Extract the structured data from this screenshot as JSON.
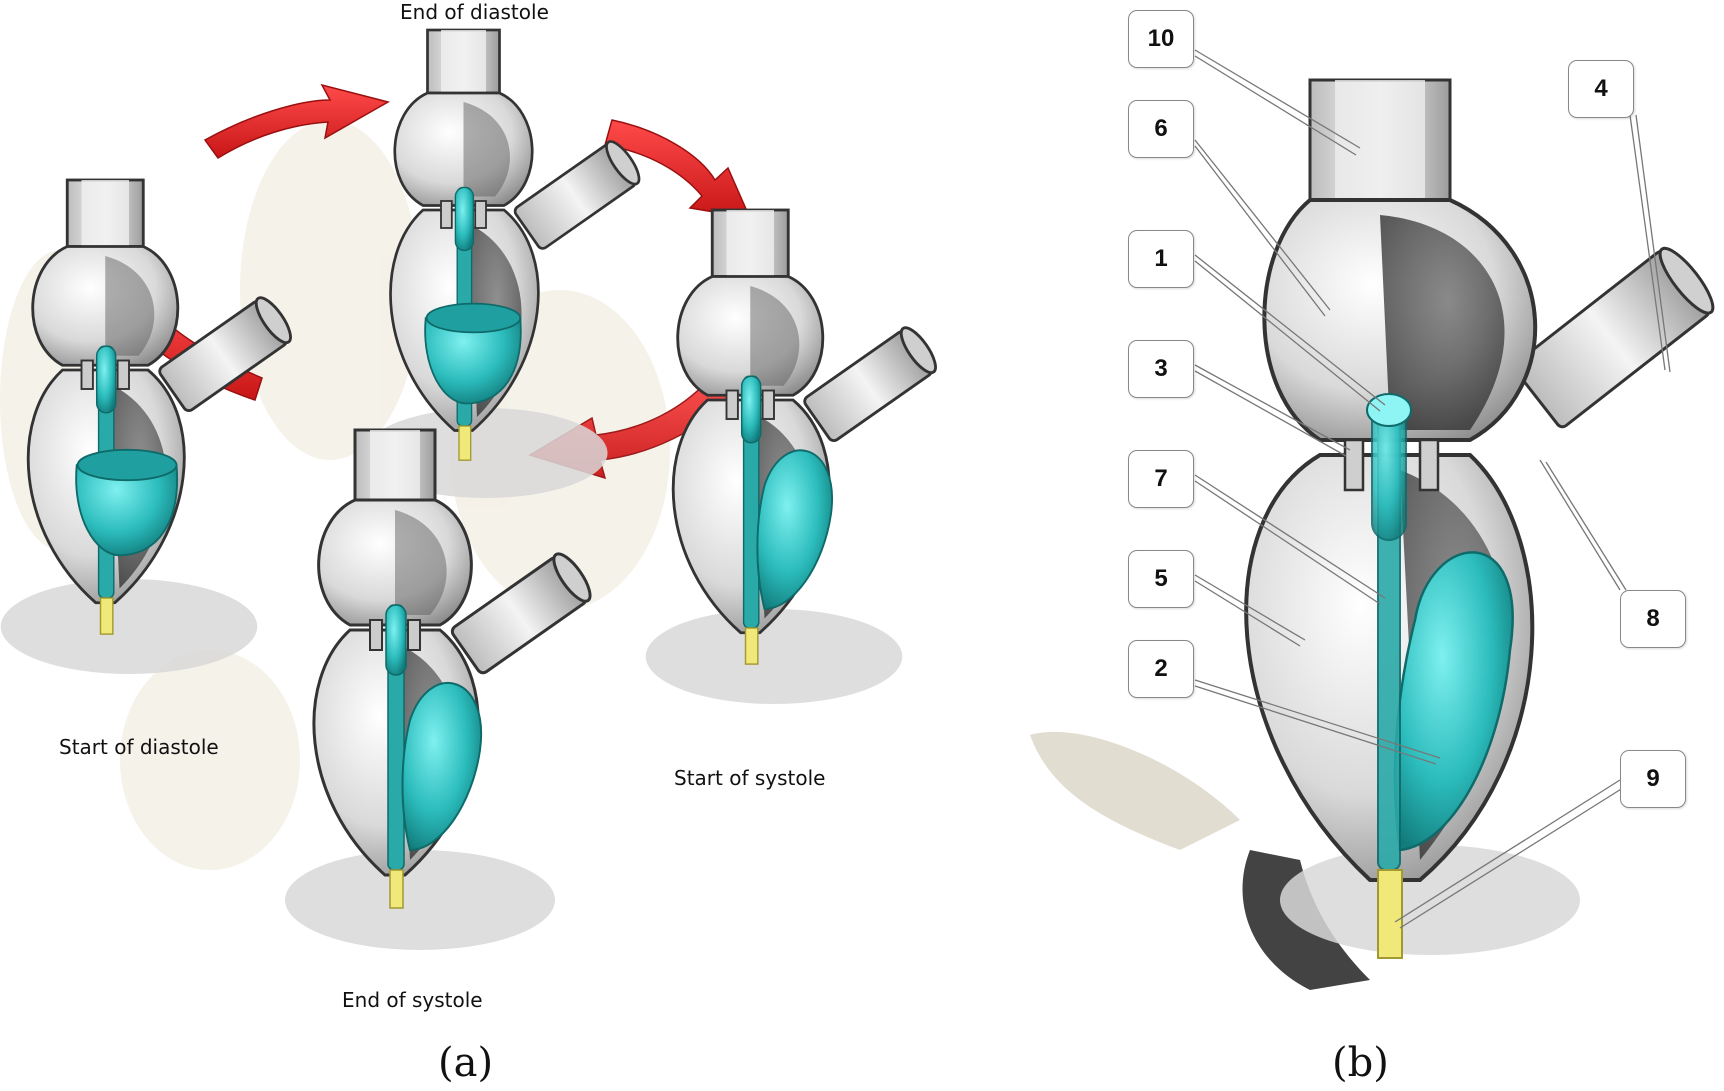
{
  "panel_a": {
    "phase_labels": {
      "end_of_diastole": "End of diastole",
      "start_of_diastole": "Start of diastole",
      "start_of_systole": "Start of systole",
      "end_of_systole": "End of systole"
    },
    "label": "(a)"
  },
  "panel_b": {
    "callouts": [
      "10",
      "6",
      "1",
      "3",
      "7",
      "5",
      "2",
      "4",
      "8",
      "9"
    ],
    "label": "(b)"
  },
  "colors": {
    "arrow": "#ee2a2a",
    "membrane": "#35c4c4",
    "stem": "#e8e070",
    "shell": "#e6e6e6",
    "outline": "#333333"
  }
}
